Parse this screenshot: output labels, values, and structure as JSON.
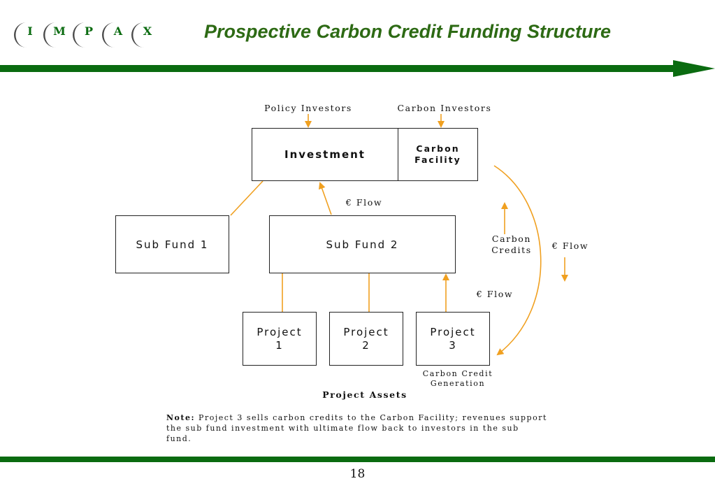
{
  "header": {
    "logo_letters": [
      "I",
      "M",
      "P",
      "A",
      "X"
    ],
    "title": "Prospective Carbon Credit Funding Structure"
  },
  "diagram": {
    "investors": {
      "policy": "Policy Investors",
      "carbon": "Carbon Investors"
    },
    "boxes": {
      "investment": "Investment",
      "carbon_facility_line1": "Carbon",
      "carbon_facility_line2": "Facility",
      "sub_fund_1": "Sub Fund 1",
      "sub_fund_2": "Sub Fund 2",
      "project_1_line1": "Project",
      "project_1_line2": "1",
      "project_2_line1": "Project",
      "project_2_line2": "2",
      "project_3_line1": "Project",
      "project_3_line2": "3"
    },
    "labels": {
      "flow_top": "€ Flow",
      "carbon_credits_line1": "Carbon",
      "carbon_credits_line2": "Credits",
      "flow_right": "€ Flow",
      "flow_project3": "€ Flow",
      "carbon_credit_generation_line1": "Carbon Credit",
      "carbon_credit_generation_line2": "Generation",
      "project_assets": "Project Assets"
    },
    "colors": {
      "arrow": "#f0a020",
      "brand_green": "#0a6b10",
      "title_green": "#2d6a14"
    }
  },
  "note": {
    "label": "Note:",
    "text": " Project 3 sells carbon credits to the Carbon Facility; revenues support the sub fund investment with ultimate flow back to investors in the sub fund."
  },
  "footer": {
    "page_number": "18"
  }
}
